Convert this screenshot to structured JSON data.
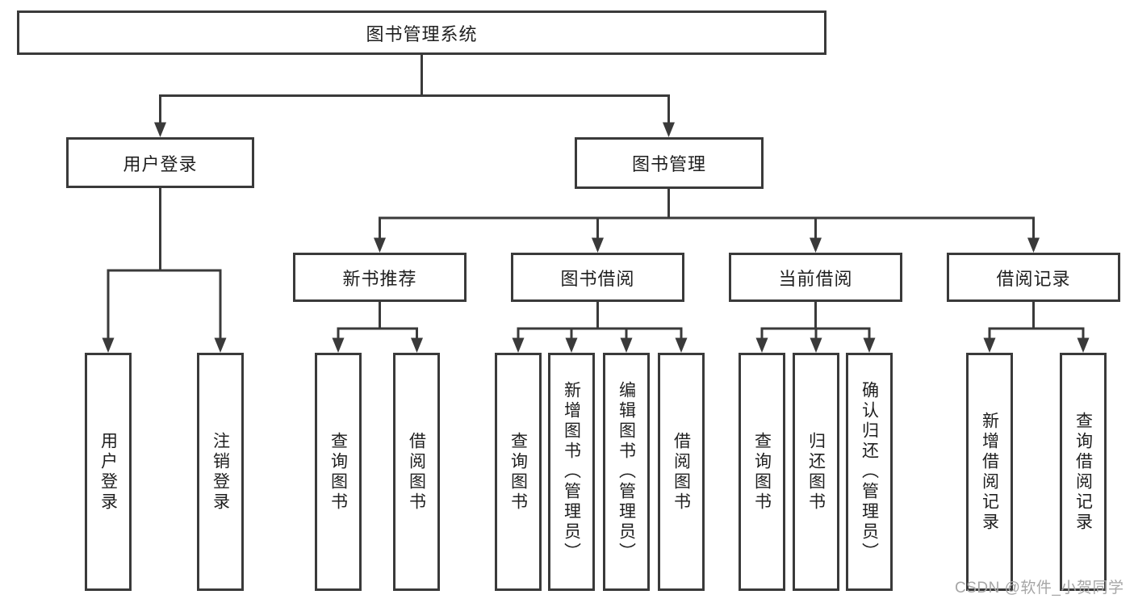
{
  "diagram": {
    "root": {
      "label": "图书管理系统"
    },
    "branches": [
      {
        "label": "用户登录",
        "children": [
          {
            "label": "用户登录"
          },
          {
            "label": "注销登录"
          }
        ]
      },
      {
        "label": "图书管理",
        "children": [
          {
            "label": "新书推荐",
            "children": [
              {
                "label": "查询图书"
              },
              {
                "label": "借阅图书"
              }
            ]
          },
          {
            "label": "图书借阅",
            "children": [
              {
                "label": "查询图书"
              },
              {
                "label": "新增图书（管理员）"
              },
              {
                "label": "编辑图书（管理员）"
              },
              {
                "label": "借阅图书"
              }
            ]
          },
          {
            "label": "当前借阅",
            "children": [
              {
                "label": "查询图书"
              },
              {
                "label": "归还图书"
              },
              {
                "label": "确认归还（管理员）"
              }
            ]
          },
          {
            "label": "借阅记录",
            "children": [
              {
                "label": "新增借阅记录"
              },
              {
                "label": "查询借阅记录"
              }
            ]
          }
        ]
      }
    ]
  },
  "watermark": {
    "text": "CSDN @软件_小贺同学"
  },
  "colors": {
    "line": "#3a3a3a",
    "text": "#1f1f1f",
    "watermark": "#a6a6a6",
    "background": "#ffffff"
  }
}
